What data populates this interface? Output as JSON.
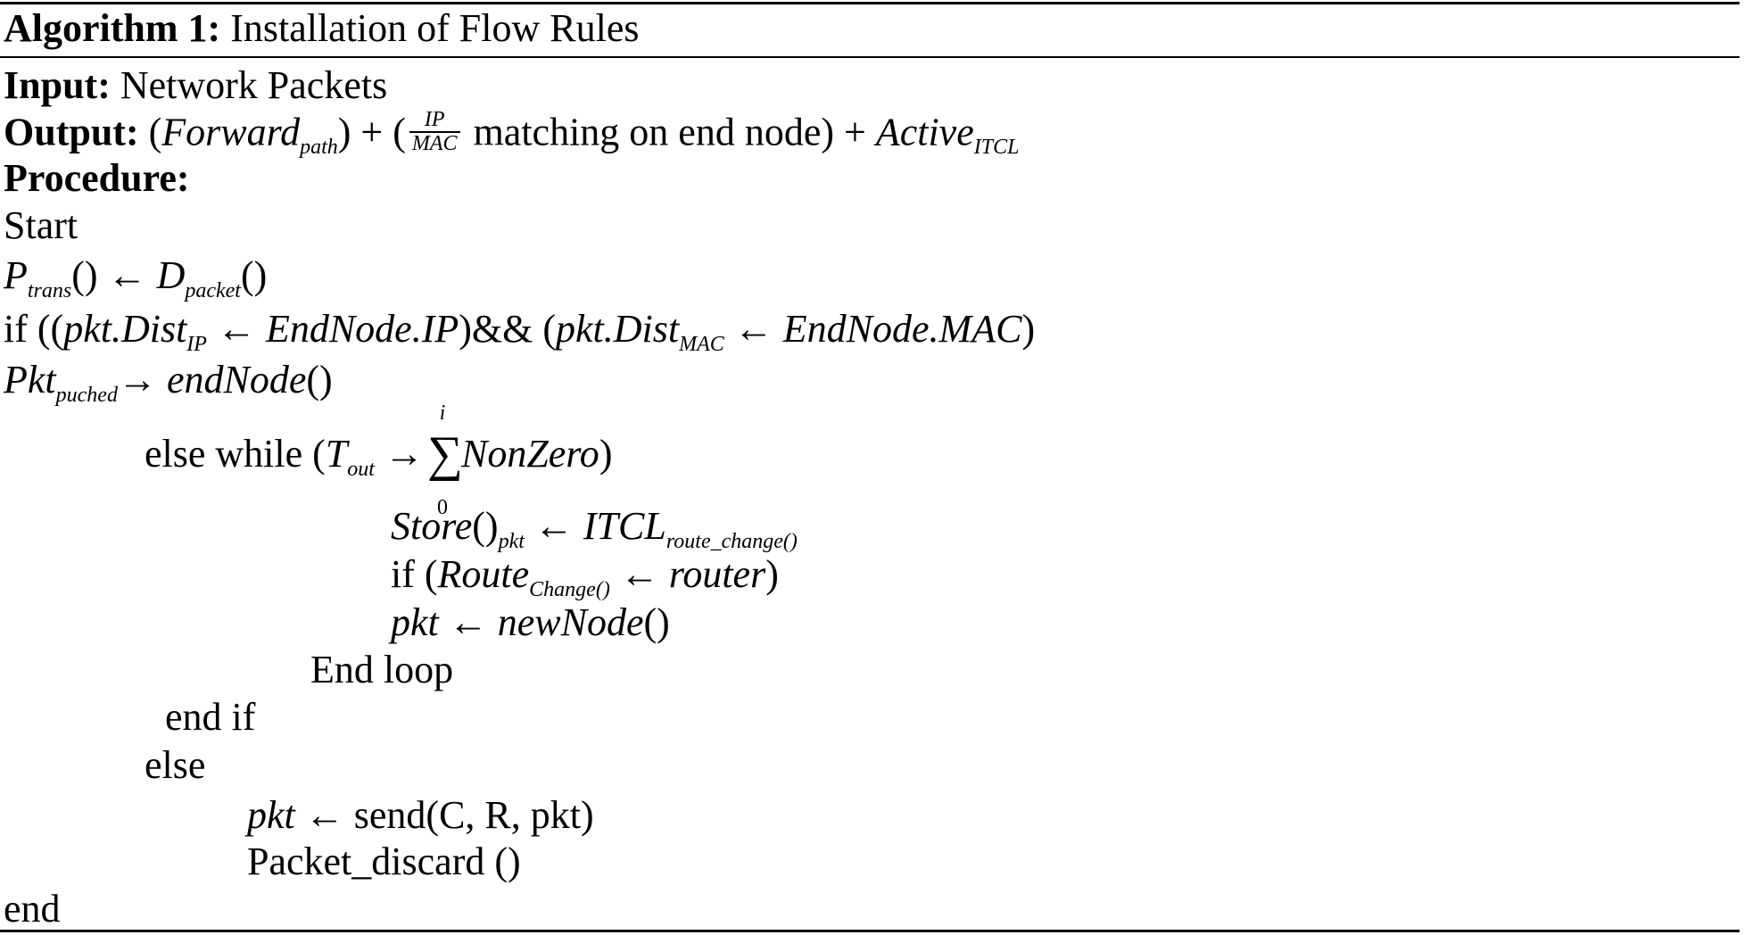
{
  "algorithm": {
    "label": "Algorithm 1:",
    "title": "Installation of Flow Rules"
  },
  "input": {
    "label": "Input:",
    "value": "Network Packets"
  },
  "output": {
    "label": "Output:",
    "open": "(",
    "forward": "Forward",
    "forward_sub": "path",
    "close_plus": ") + (",
    "frac_num": "IP",
    "frac_den": "MAC",
    "matching": "matching on end node) +",
    "active": "Active",
    "active_sub": "ITCL"
  },
  "procedure": {
    "label": "Procedure:"
  },
  "lines": {
    "start": "Start",
    "l2": {
      "p": "P",
      "p_sub": "trans",
      "mid": "() ← ",
      "d": "D",
      "d_sub": "packet",
      "end": "()"
    },
    "l3": {
      "pre": "if ((",
      "a": "pkt.Dist",
      "a_sub": "IP",
      "arrow": " ← ",
      "b": "EndNode.IP",
      "mid": ")&& (",
      "c": "pkt.Dist",
      "c_sub": "MAC",
      "arrow2": " ← ",
      "d": "EndNode.MAC",
      "end": ")"
    },
    "l4": {
      "pkt": "Pkt",
      "pkt_sub": "puched",
      "arrow": "→ ",
      "fn": "endNode",
      "end": "()"
    },
    "l5": {
      "pre": "else while (",
      "t": "T",
      "t_sub": "out",
      "arrow": " →",
      "sum_top": "i",
      "sum": "∑",
      "sum_bot": "0",
      "nz": "NonZero",
      "end": ")"
    },
    "l6": {
      "store": "Store",
      "paren": "()",
      "pkt_sub": "pkt",
      "arrow": " ← ",
      "itcl": "ITCL",
      "itcl_sub": "route_change()"
    },
    "l7": {
      "pre": "if (",
      "route": "Route",
      "route_sub": "Change()",
      "arrow": " ← ",
      "router": "router",
      "end": ")"
    },
    "l8": {
      "pkt": "pkt",
      "arrow": " ← ",
      "fn": "newNode",
      "end": "()"
    },
    "l9": "End loop",
    "l10": "end if",
    "l11": "else",
    "l12": {
      "pkt": "pkt",
      "rest": " ← send(C, R, pkt)"
    },
    "l13": "Packet_discard ()",
    "l14": "end"
  }
}
